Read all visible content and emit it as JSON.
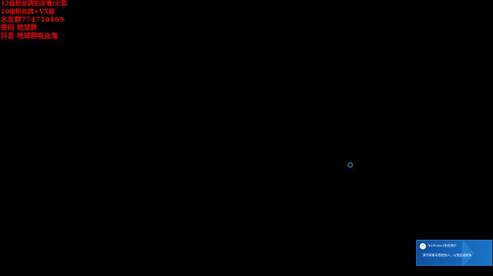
{
  "overlay": {
    "lines": [
      "12级粉丝牌伯房管/火箭",
      "10级粉丝牌+VX群",
      "水友群774710469",
      "密码 地球胖",
      "抖音 地球胖吸血鬼"
    ],
    "color": "#e00000"
  },
  "spinner": {
    "icon": "loading-spinner-icon",
    "color": "#2b8fe0"
  },
  "toast": {
    "logo_icon": "tenprotect-shield-icon",
    "title": "TenProtect系统保护",
    "message": "请勿将账号借给他人，以免造成损失",
    "background": "#1565b8"
  }
}
